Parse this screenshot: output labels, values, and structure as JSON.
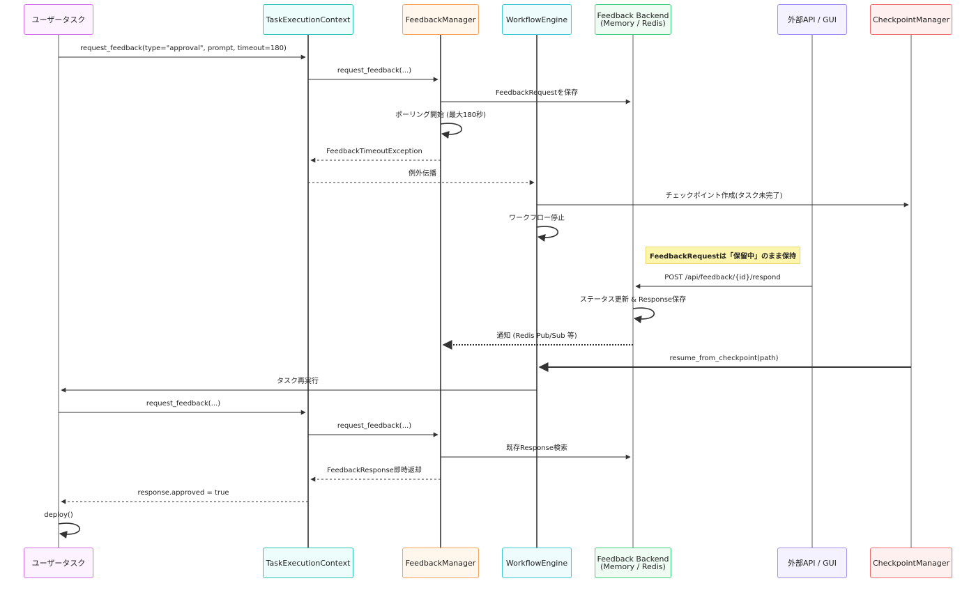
{
  "participants": [
    {
      "id": "user",
      "label": "ユーザータスク",
      "color": "#d36ee6",
      "fill": "#fdf2ff"
    },
    {
      "id": "ctx",
      "label": "TaskExecutionContext",
      "color": "#2ec4b6",
      "fill": "#ecfdfb"
    },
    {
      "id": "fm",
      "label": "FeedbackManager",
      "color": "#f4a259",
      "fill": "#fff6ec"
    },
    {
      "id": "wf",
      "label": "WorkflowEngine",
      "color": "#3cc7d6",
      "fill": "#eefcfd"
    },
    {
      "id": "backend",
      "label": "Feedback Backend\n(Memory / Redis)",
      "color": "#3fcf7a",
      "fill": "#effcf3"
    },
    {
      "id": "api",
      "label": "外部API / GUI",
      "color": "#a18cf0",
      "fill": "#f5f2ff"
    },
    {
      "id": "cp",
      "label": "CheckpointManager",
      "color": "#ef6f6f",
      "fill": "#fff0f0"
    }
  ],
  "messages": [
    {
      "from": "user",
      "to": "ctx",
      "label": "request_feedback(type=\"approval\", prompt, timeout=180)",
      "style": "solid"
    },
    {
      "from": "ctx",
      "to": "fm",
      "label": "request_feedback(...)",
      "style": "solid"
    },
    {
      "from": "fm",
      "to": "backend",
      "label": "FeedbackRequestを保存",
      "style": "solid"
    },
    {
      "from": "fm",
      "to": "fm",
      "label": "ポーリング開始 (最大180秒)",
      "style": "self"
    },
    {
      "from": "fm",
      "to": "ctx",
      "label": "FeedbackTimeoutException",
      "style": "dashed"
    },
    {
      "from": "ctx",
      "to": "wf",
      "label": "例外伝播",
      "style": "dashed"
    },
    {
      "from": "wf",
      "to": "cp",
      "label": "チェックポイント作成(タスク未完了)",
      "style": "solid"
    },
    {
      "from": "wf",
      "to": "wf",
      "label": "ワークフロー停止",
      "style": "self"
    },
    {
      "from": "api",
      "to": "backend",
      "label": "POST /api/feedback/{id}/respond",
      "style": "solid"
    },
    {
      "from": "backend",
      "to": "backend",
      "label": "ステータス更新 & Response保存",
      "style": "self"
    },
    {
      "from": "backend",
      "to": "fm",
      "label": "通知 (Redis Pub/Sub 等)",
      "style": "dotted"
    },
    {
      "from": "cp",
      "to": "wf",
      "label": "resume_from_checkpoint(path)",
      "style": "thick"
    },
    {
      "from": "wf",
      "to": "user",
      "label": "タスク再実行",
      "style": "solid"
    },
    {
      "from": "user",
      "to": "ctx",
      "label": "request_feedback(...)",
      "style": "solid"
    },
    {
      "from": "ctx",
      "to": "fm",
      "label": "request_feedback(...)",
      "style": "solid"
    },
    {
      "from": "fm",
      "to": "backend",
      "label": "既存Response検索",
      "style": "solid"
    },
    {
      "from": "fm",
      "to": "ctx",
      "label": "FeedbackResponse即時返却",
      "style": "dashed"
    },
    {
      "from": "ctx",
      "to": "user",
      "label": "response.approved = true",
      "style": "dashed"
    },
    {
      "from": "user",
      "to": "user",
      "label": "deploy()",
      "style": "self"
    }
  ],
  "note": {
    "text": "FeedbackRequestは「保留中」のまま保持"
  }
}
